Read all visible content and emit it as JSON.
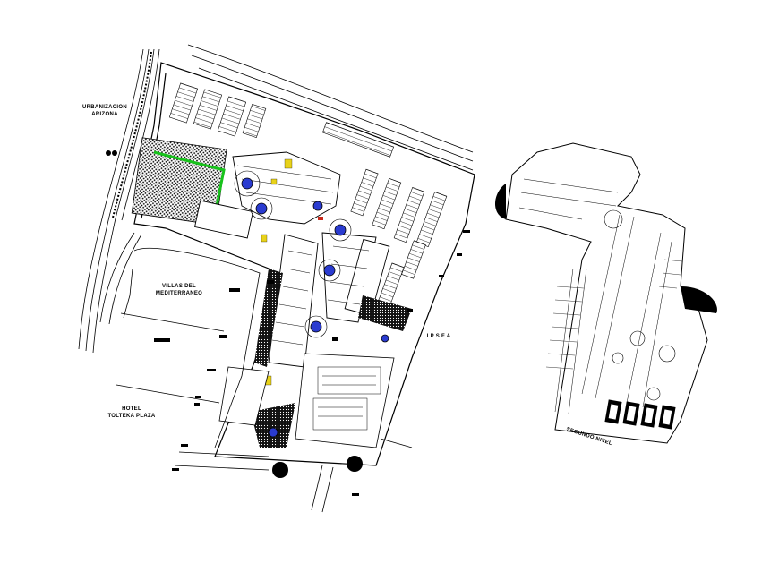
{
  "labels": {
    "urbanizacion": [
      "URBANIZACION",
      "ARIZONA"
    ],
    "villas": [
      "VILLAS DEL",
      "MEDITERRANEO"
    ],
    "hotel": [
      "HOTEL",
      "TOLTEKA PLAZA"
    ],
    "ipsfa": "I P S F A",
    "segundo_nivel": "SEGUNDO NIVEL"
  },
  "colors": {
    "linework": "#000000",
    "background": "#ffffff",
    "landscape_green": "#18c21c",
    "yellow_fixtures": "#e8d21a",
    "blue_fountains": "#2a3bd0",
    "red_marks": "#c8281a"
  }
}
